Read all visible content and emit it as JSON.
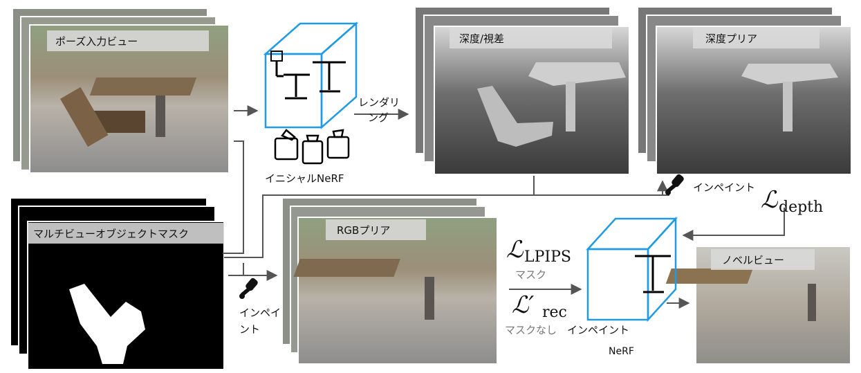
{
  "panels": {
    "input_views": "ポーズ入力ビュー",
    "object_masks": "マルチビューオブジェクトマスク",
    "initial_nerf": "イニシャルNeRF",
    "depth_disparity": "深度/視差",
    "depth_prior": "深度プリア",
    "rgb_prior": "RGBプリア",
    "novel_view": "ノベルビュー",
    "inpaint_nerf_line1": "インペイント",
    "inpaint_nerf_line2": "NeRF"
  },
  "arrows": {
    "rendering_line1": "レンダリ",
    "rendering_line2": "ング",
    "inpaint_depth": "インペイント",
    "inpaint_rgb_line1": "インペイ",
    "inpaint_rgb_line2": "ント"
  },
  "losses": {
    "lpips_main": "ℒ",
    "lpips_sub": "LPIPS",
    "lpips_note": "マスク",
    "rec_main": "ℒ′",
    "rec_sub": "rec",
    "rec_note": "マスクなし",
    "depth_main": "ℒ",
    "depth_sub": "depth"
  },
  "colors": {
    "cube": "#1f9be6",
    "arrow": "#555555"
  }
}
